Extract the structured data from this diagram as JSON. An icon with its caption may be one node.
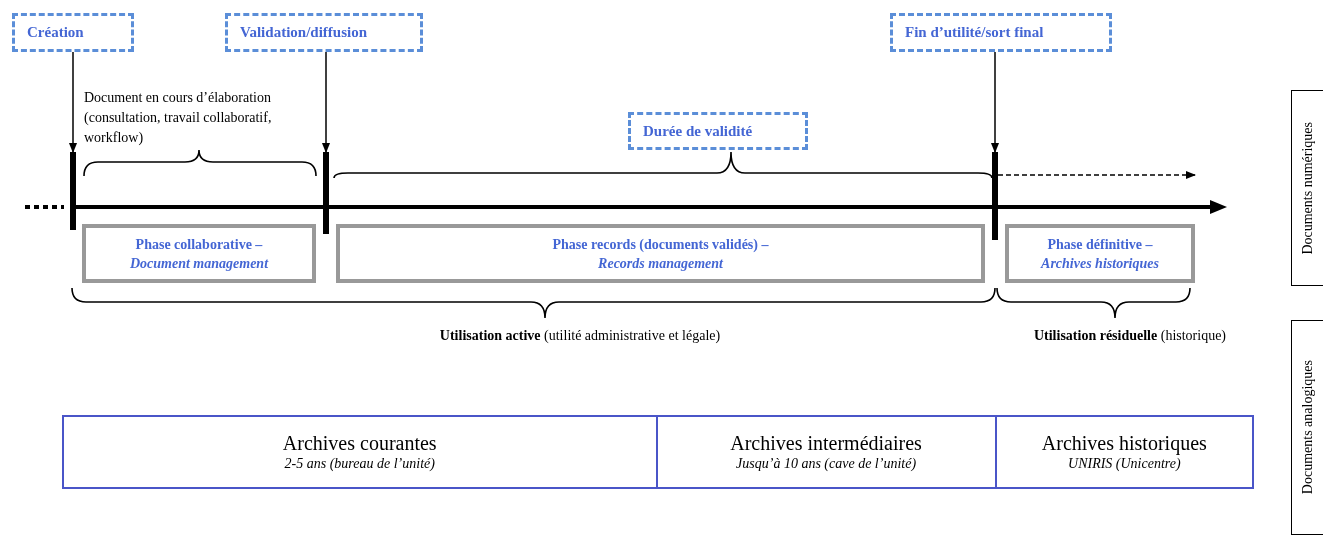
{
  "diagram": {
    "nodes": [
      {
        "text": [
          "Création"
        ]
      },
      {
        "text": [
          "Validation/diffusion"
        ]
      },
      {
        "text": [
          "Fin d’utilité/sort final"
        ]
      },
      {
        "text": [
          "Durée de validité"
        ]
      },
      {
        "text": [
          "Phase collaborative –",
          "Document management"
        ]
      },
      {
        "text": [
          "Phase records (documents validés) –",
          "Records management"
        ]
      },
      {
        "text": [
          "Phase définitive –",
          "Archives historiques"
        ]
      },
      {
        "text": [
          "Archives courantes",
          "2-5 ans (bureau de l’unité)"
        ]
      },
      {
        "text": [
          "Archives intermédiaires",
          "Jusqu’à 10 ans (cave de l’unité)"
        ]
      },
      {
        "text": [
          "Archives historiques",
          "UNIRIS (Unicentre)"
        ]
      },
      {
        "text": [
          "Documents numériques"
        ]
      },
      {
        "text": [
          "Documents analogiques"
        ]
      },
      {
        "text": [],
        "shape": "bar"
      },
      {
        "text": [],
        "shape": "bar"
      },
      {
        "text": [],
        "shape": "bar"
      }
    ],
    "edges": [
      {
        "from": 0,
        "to": 12,
        "arrow": "to"
      },
      {
        "from": 1,
        "to": 13,
        "arrow": "to"
      },
      {
        "from": 2,
        "to": 14,
        "arrow": "to"
      },
      {
        "from": 14,
        "to": null,
        "arrow": "to",
        "style": "dashed"
      }
    ],
    "labels": [
      "Document en cours d’élaboration (consultation, travail collaboratif, workflow)",
      "**Utilisation active** (utilité administrative et légale)",
      "**Utilisation résiduelle** (historique)"
    ]
  }
}
